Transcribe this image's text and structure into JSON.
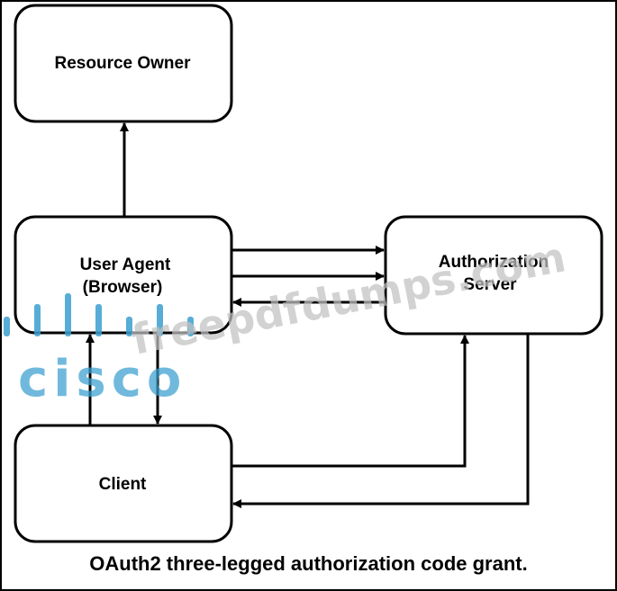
{
  "nodes": {
    "resource_owner": "Resource Owner",
    "user_agent_line1": "User Agent",
    "user_agent_line2": "(Browser)",
    "authorization_server_line1": "Authorization",
    "authorization_server_line2": "Server",
    "client": "Client"
  },
  "caption": "OAuth2 three-legged authorization code grant.",
  "watermark": {
    "site": "freepdfdumps.com",
    "logo": "cisco"
  },
  "colors": {
    "stroke": "#000000",
    "watermark_text": "#c2c2c2",
    "cisco_blue": "#3a9fd0"
  }
}
